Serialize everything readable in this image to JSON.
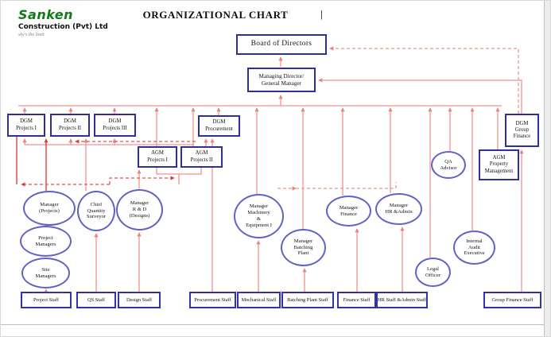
{
  "header": {
    "logo_brand": "Sanken",
    "logo_company": "Construction (Pvt) Ltd",
    "logo_tagline": "sky's the limit",
    "title": "ORGANIZATIONAL CHART",
    "separator": "|"
  },
  "colors": {
    "box_border": "#2e2e9f",
    "ellipse_border": "#6262c2",
    "connector": "#f19391",
    "connector_strong": "#dd4040",
    "brand_green": "#117a17"
  },
  "nodes": {
    "board": {
      "label": "Board of Directors"
    },
    "md": {
      "label": "Managing Director/\nGeneral Manager"
    },
    "dgm_p1": {
      "label": "DGM\nProjects I"
    },
    "dgm_p2": {
      "label": "DGM\nProjects II"
    },
    "dgm_p3": {
      "label": "DGM\nProjects III"
    },
    "dgm_proc": {
      "label": "DGM\nProcurement"
    },
    "dgm_gf": {
      "label": "DGM\nGroup\nFinance"
    },
    "agm_p1": {
      "label": "AGM\nProjects I"
    },
    "agm_p2": {
      "label": "AGM\nProjects II"
    },
    "agm_pm": {
      "label": "AGM\nProperty\nManagement"
    },
    "qa": {
      "label": "QA\nAdvisor"
    },
    "mgr_projects": {
      "label": "Manager\n(Projects)"
    },
    "cqs": {
      "label": "Chief\nQuantity\nSurveyor"
    },
    "mgr_rd": {
      "label": "Manager\nR & D\n(Designs)"
    },
    "mgr_mach": {
      "label": "Manager\nMachinery\n&\nEquipment I"
    },
    "mgr_fin": {
      "label": "Manager\nFinance"
    },
    "mgr_hr": {
      "label": "Manager\nHR &Admin"
    },
    "proj_mgrs": {
      "label": "Project\nManagers"
    },
    "mgr_batch": {
      "label": "Manager\nBatching\nPlant"
    },
    "int_audit": {
      "label": "Internal\nAudit\nExecutive"
    },
    "site_mgrs": {
      "label": "Site\nManagers"
    },
    "legal": {
      "label": "Legal\nOfficer"
    },
    "staff_project": {
      "label": "Project Staff"
    },
    "staff_qs": {
      "label": "QS Staff"
    },
    "staff_design": {
      "label": "Design Staff"
    },
    "staff_proc": {
      "label": "Procurement Staff"
    },
    "staff_mech": {
      "label": "Mechanical Staff"
    },
    "staff_batch": {
      "label": "Batching Plant Staff"
    },
    "staff_fin": {
      "label": "Finance Staff"
    },
    "staff_hr": {
      "label": "HR Staff &Admin Staff"
    },
    "staff_gf": {
      "label": "Group Finance Staff"
    }
  }
}
